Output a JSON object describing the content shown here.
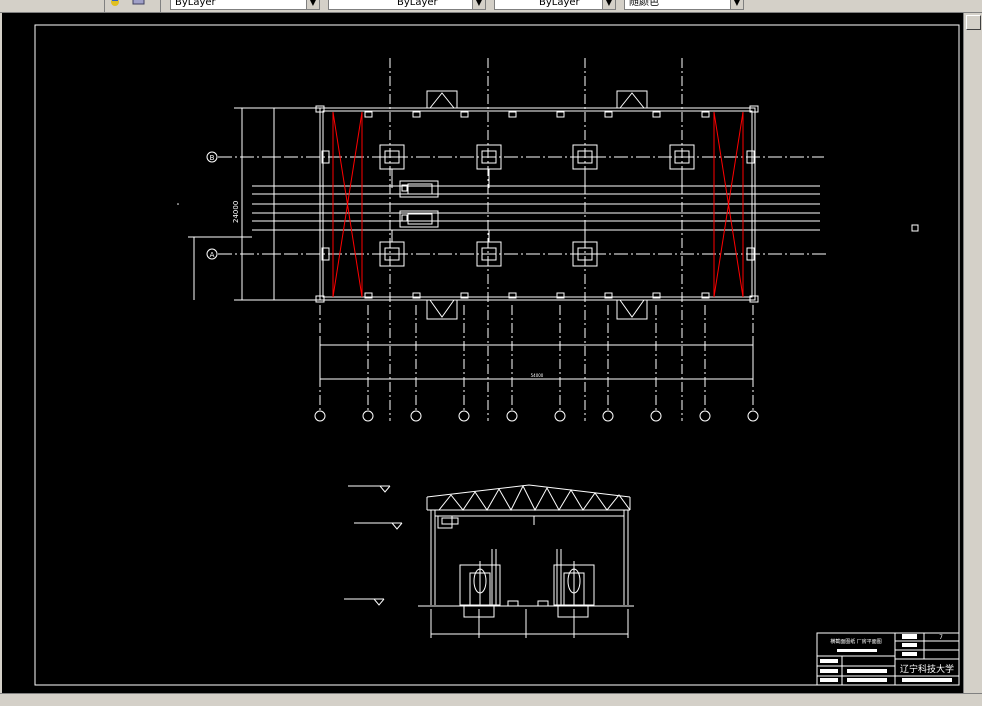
{
  "toolbar": {
    "color_combo": {
      "value": "ByLayer"
    },
    "linetype_combo": {
      "value": "ByLayer"
    },
    "lineweight_combo": {
      "value": "ByLayer"
    },
    "plotstyle_combo": {
      "value": "随颜色"
    },
    "icons": [
      "layer-previous-icon",
      "layer-states-icon"
    ]
  },
  "drawing": {
    "plan_dimension_vertical": "24000",
    "plan_dimension_total": "54000",
    "row_axis_labels": [
      "B",
      "A"
    ],
    "col_axis_count": 10,
    "title_block": {
      "drawing_name": "横截面图纸  厂房平面图",
      "sheet_number": "7",
      "institution": "辽宁科技大学"
    }
  },
  "colors": {
    "canvas_bg": "#000000",
    "line": "#ffffff",
    "accent_red": "#ff0000"
  }
}
